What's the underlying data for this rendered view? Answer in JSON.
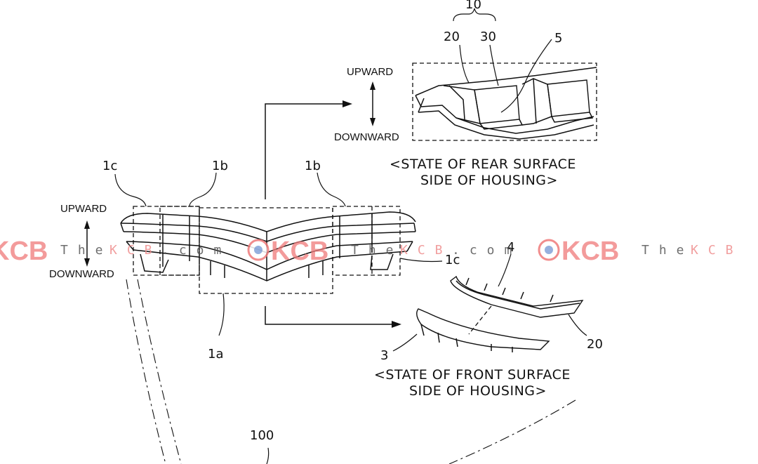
{
  "labels": {
    "ref_10": "10",
    "ref_20_top": "20",
    "ref_30": "30",
    "ref_5": "5",
    "ref_1c_left": "1c",
    "ref_1b_left": "1b",
    "ref_1b_right": "1b",
    "ref_1c_right": "1c",
    "ref_4": "4",
    "ref_20_bottom": "20",
    "ref_3": "3",
    "ref_1a": "1a",
    "ref_100": "100"
  },
  "directions": {
    "upward_top": "UPWARD",
    "downward_top": "DOWNWARD",
    "upward_left": "UPWARD",
    "downward_left": "DOWNWARD"
  },
  "captions": {
    "rear_line1": "<STATE OF REAR SURFACE",
    "rear_line2": "SIDE OF HOUSING>",
    "front_line1": "<STATE OF FRONT SURFACE",
    "front_line2": "SIDE OF HOUSING>"
  },
  "watermark": {
    "brand": "KCB",
    "site_dark": "The",
    "site_red": "KCB",
    "site_dot": ".com"
  },
  "colors": {
    "watermark_red": "#ef7a7a",
    "line": "#111111"
  }
}
